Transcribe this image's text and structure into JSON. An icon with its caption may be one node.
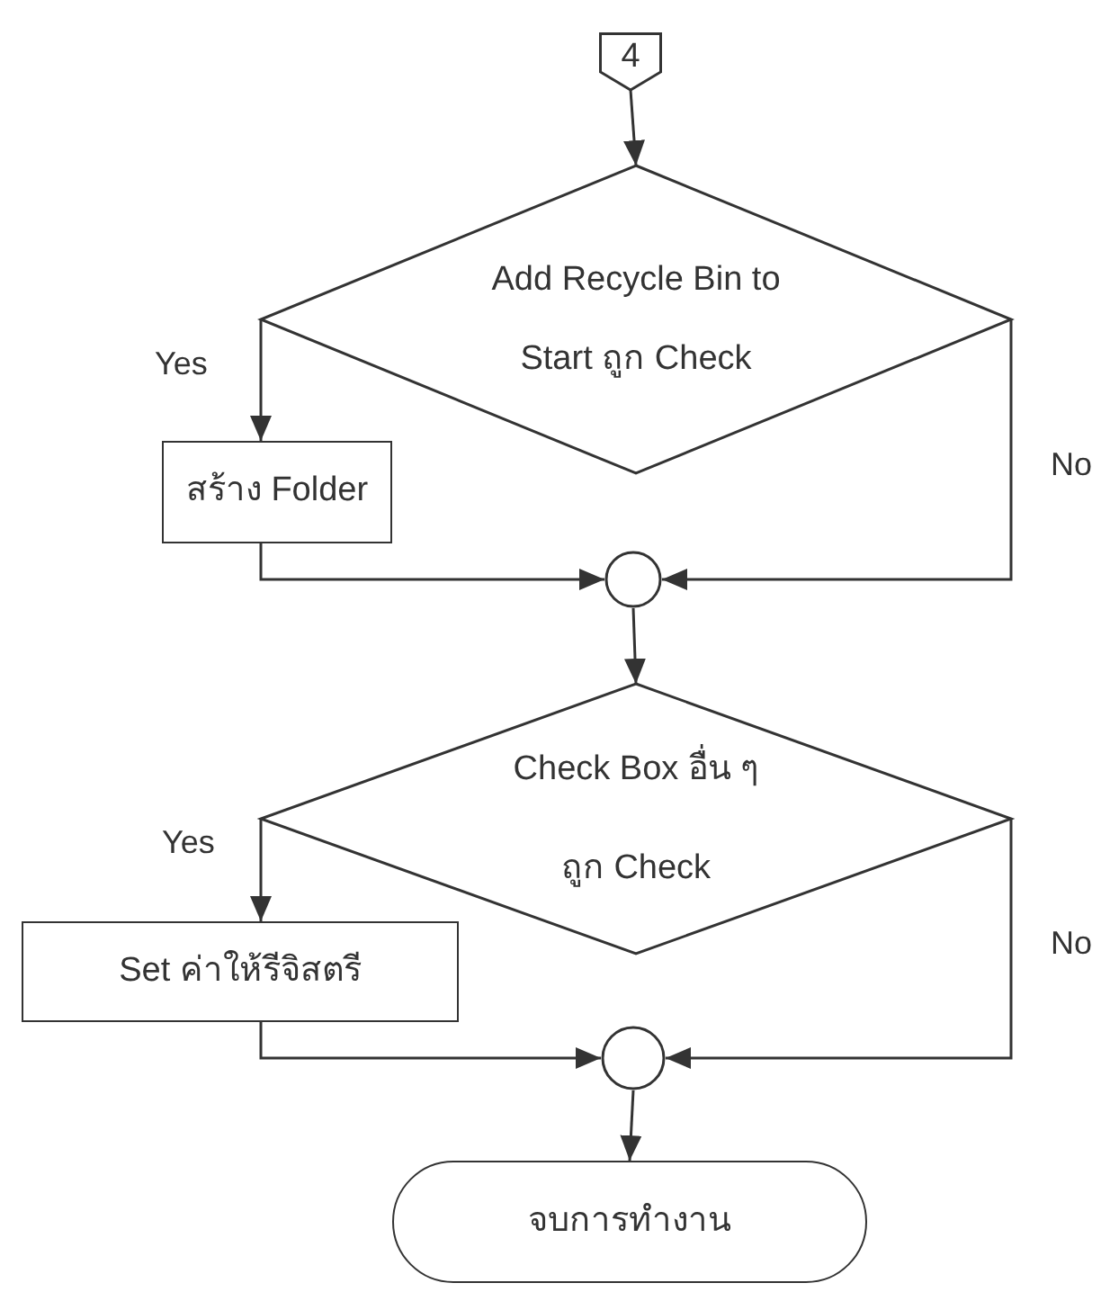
{
  "diagram": {
    "nodes": [
      {
        "text": [
          "4"
        ]
      },
      {
        "text": [
          "Add Recycle Bin to Start ถูก Check"
        ]
      },
      {
        "text": [
          "สร้าง Folder"
        ]
      },
      {
        "text": [],
        "shape": "circle"
      },
      {
        "text": [
          "Check Box อื่น ๆ ถูก Check"
        ]
      },
      {
        "text": [
          "Set ค่าให้รีจิสตรี"
        ]
      },
      {
        "text": [],
        "shape": "circle"
      },
      {
        "text": [
          "จบการทำงาน"
        ]
      }
    ],
    "edges": [
      {
        "from": 0,
        "to": 1,
        "arrow": "to"
      },
      {
        "from": 1,
        "to": 2,
        "arrow": "to",
        "label": "Yes"
      },
      {
        "from": 1,
        "to": 3,
        "arrow": "to",
        "label": "No"
      },
      {
        "from": 2,
        "to": 3,
        "arrow": "to"
      },
      {
        "from": 3,
        "to": 4,
        "arrow": "to"
      },
      {
        "from": 4,
        "to": 5,
        "arrow": "to",
        "label": "Yes"
      },
      {
        "from": 4,
        "to": 6,
        "arrow": "to",
        "label": "No"
      },
      {
        "from": 5,
        "to": 6,
        "arrow": "to"
      },
      {
        "from": 6,
        "to": 7,
        "arrow": "to"
      }
    ]
  }
}
